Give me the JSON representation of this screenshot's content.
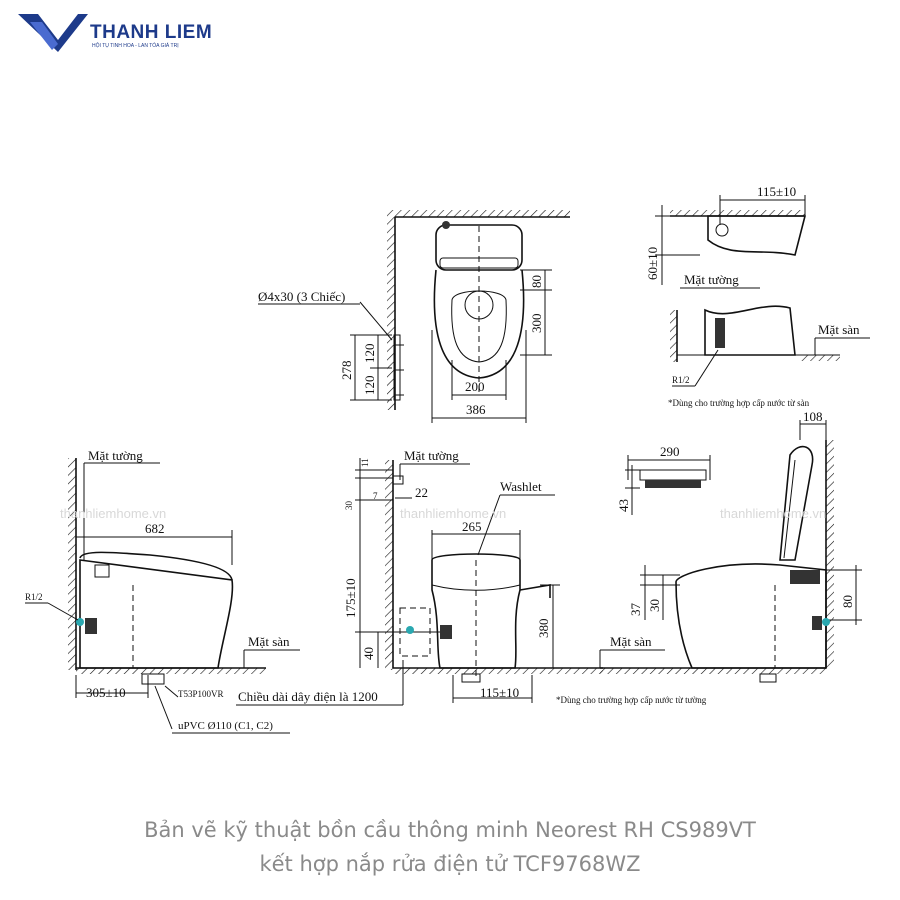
{
  "logo": {
    "name": "THANH LIEM",
    "tagline": "HỘI TỤ TINH HOA - LAN TỎA GIÁ TRỊ"
  },
  "top_view": {
    "screw_label": "Ø4x30 (3 Chiếc)",
    "dim_80": "80",
    "dim_300": "300",
    "dim_278": "278",
    "dim_120a": "120",
    "dim_120b": "120",
    "dim_200": "200",
    "dim_386": "386"
  },
  "detail_top_right": {
    "dim_115": "115±10",
    "dim_60": "60±10",
    "wall_label": "Mặt tường",
    "floor_label": "Mặt sàn",
    "r12_label": "R1/2",
    "note": "*Dùng cho trường hợp cấp nước từ sàn"
  },
  "side_left": {
    "wall_label": "Mặt tường",
    "dim_682": "682",
    "r12_label": "R1/2",
    "floor_label": "Mặt sàn",
    "dim_305": "305±10",
    "part_code": "T53P100VR",
    "pipe_label": "uPVC Ø110 (C1, C2)"
  },
  "front_view": {
    "wall_label": "Mặt tường",
    "washlet_label": "Washlet",
    "dim_11": "11",
    "dim_30": "30",
    "dim_7": "7",
    "dim_22": "22",
    "dim_265": "265",
    "dim_175": "175±10",
    "dim_380": "380",
    "dim_40": "40",
    "floor_label": "Mặt sàn",
    "dim_115": "115±10",
    "cable_label": "Chiều dài dây điện là 1200",
    "note": "*Dùng cho trường hợp cấp nước từ tường"
  },
  "side_right": {
    "dim_290": "290",
    "dim_43": "43",
    "dim_108": "108",
    "dim_37": "37",
    "dim_30": "30",
    "dim_80": "80"
  },
  "watermark": "thanhliemhome.vn",
  "caption": {
    "line1": "Bản vẽ kỹ thuật bồn cầu thông minh Neorest RH CS989VT",
    "line2": "kết hợp nắp rửa điện tử TCF9768WZ"
  },
  "colors": {
    "brand": "#1d3a8a",
    "line": "#111111",
    "caption": "#8a8a8a",
    "accent_valve": "#2aa8b0"
  }
}
